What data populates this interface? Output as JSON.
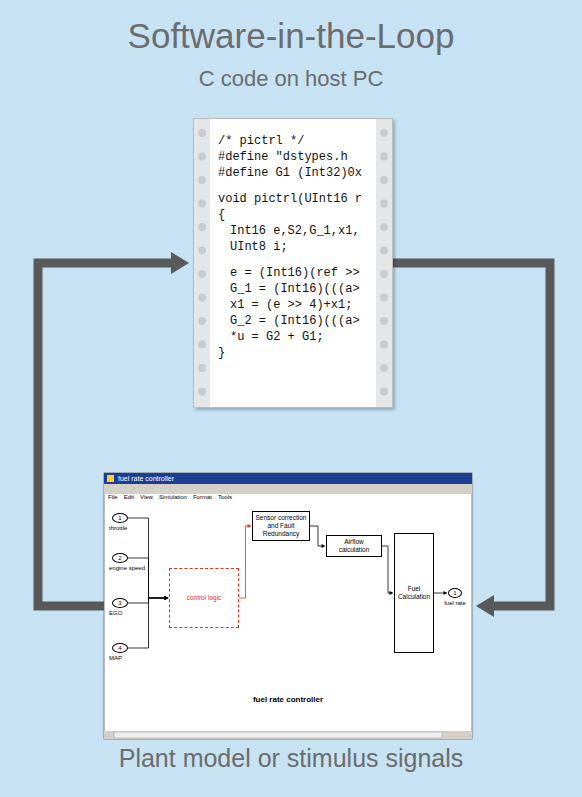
{
  "diagram": {
    "title": "Software-in-the-Loop",
    "caption": "Plant model or stimulus signals",
    "nodes": [
      {
        "text": [
          "/* pictrl */",
          "#define \"dstypes.h",
          "#define G1 (Int32)0x",
          "void pictrl(UInt16 r",
          "{",
          "Int16 e,S2,G_1,x1,",
          "UInt8 i;",
          "e = (Int16)(ref >>",
          "G_1 = (Int16)(((a>",
          "x1 = (e >> 4)+x1;",
          "G_2 = (Int16)(((a>",
          "*u = G2 + G1;",
          "}"
        ]
      },
      {
        "text": [
          "fuel rate controller",
          "fuel rate controller"
        ]
      },
      {
        "text": [
          "1",
          "throttle"
        ],
        "in": 1
      },
      {
        "text": [
          "2",
          "engine speed"
        ],
        "in": 1
      },
      {
        "text": [
          "3",
          "EGO"
        ],
        "in": 1
      },
      {
        "text": [
          "4",
          "MAP"
        ],
        "in": 1
      },
      {
        "text": [
          "control logic"
        ],
        "in": 1
      },
      {
        "text": [
          "Sensor correction and Fault Redundancy"
        ],
        "in": 1
      },
      {
        "text": [
          "Airflow calculation"
        ],
        "in": 1
      },
      {
        "text": [
          "Fuel Calculation"
        ],
        "in": 1
      },
      {
        "text": [
          "1",
          "fuel rate"
        ],
        "in": 1
      }
    ],
    "edges": [
      {
        "from": 0,
        "to": 1,
        "arrow": "to"
      },
      {
        "from": 1,
        "to": 0,
        "arrow": "to"
      },
      {
        "from": 2,
        "to": 6,
        "arrow": "to"
      },
      {
        "from": 3,
        "to": 6,
        "arrow": "to"
      },
      {
        "from": 4,
        "to": 6,
        "arrow": "to"
      },
      {
        "from": 5,
        "to": 6,
        "arrow": "to"
      },
      {
        "from": 6,
        "to": 7,
        "arrow": "to"
      },
      {
        "from": 7,
        "to": 8,
        "arrow": "to"
      },
      {
        "from": 8,
        "to": 9,
        "arrow": "to"
      },
      {
        "from": 9,
        "to": 10,
        "arrow": "to"
      }
    ],
    "labels": [
      "C code on host PC",
      "File",
      "Edit",
      "View",
      "Simulation",
      "Format",
      "Tools"
    ]
  }
}
